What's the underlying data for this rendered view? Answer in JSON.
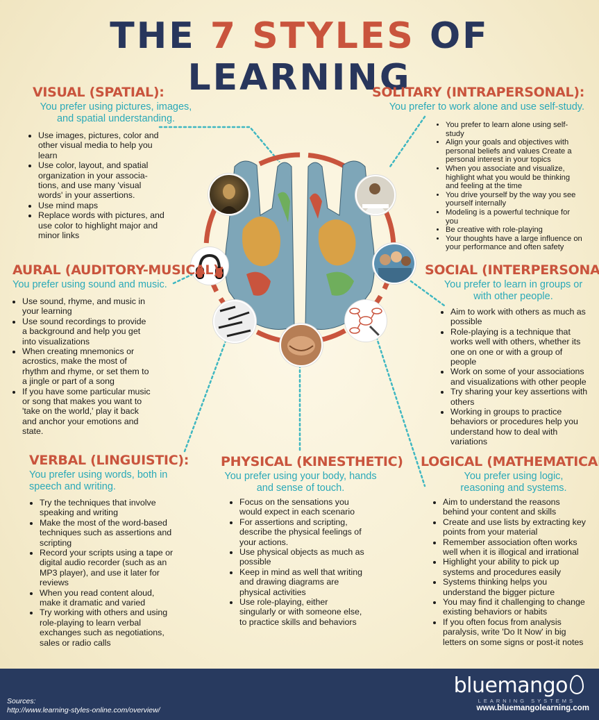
{
  "title": {
    "part1": "THE ",
    "accent": "7 STYLES",
    "part2": " OF LEARNING"
  },
  "visual": {
    "heading": "VISUAL (SPATIAL):",
    "subtitle": "You prefer using pictures, images, and spatial understanding.",
    "items": [
      "Use images, pictures, color and other visual media to help you learn",
      "Use color, layout, and spatial organization in your associa-tions, and use many 'visual words' in your assertions.",
      "Use mind maps",
      "Replace words with pictures, and use color to highlight major and minor links"
    ]
  },
  "solitary": {
    "heading": "SOLITARY (INTRAPERSONAL):",
    "subtitle": "You prefer to work alone and use self-study.",
    "items": [
      "You prefer to learn alone using self-study",
      "Align your goals and objectives with personal beliefs and values Create a personal interest in your topics",
      "When you associate and visualize, highlight what you would be thinking and feeling at the time",
      "You drive yourself by the way you see yourself internally",
      "Modeling is a powerful technique for you",
      "Be creative with role-playing",
      "Your thoughts have a large influence on your performance and often safety"
    ]
  },
  "aural": {
    "heading": "AURAL (AUDITORY-MUSICAL):",
    "subtitle": "You prefer using sound and music.",
    "items": [
      "Use sound, rhyme, and music in your learning",
      "Use sound recordings to provide a background and help you get into visualizations",
      "When creating mnemonics or acrostics, make the most of rhythm and rhyme, or set them to a jingle or part of a song",
      "If you have some particular music or song that makes you want to 'take on the world,' play it back and anchor your emotions and state."
    ]
  },
  "social": {
    "heading": "SOCIAL (INTERPERSONAL):",
    "subtitle": "You prefer to learn in groups or with other people.",
    "items": [
      "Aim to work with others as much as possible",
      "Role-playing is a technique that works well with others, whether its one on one or with a group of people",
      "Work on some of your associations and visualizations with other people",
      "Try sharing your key assertions with others",
      "Working in groups to practice behaviors or procedures help you understand how to deal with variations"
    ]
  },
  "verbal": {
    "heading": "VERBAL (LINGUISTIC):",
    "subtitle": "You prefer using words, both in speech and writing.",
    "items": [
      "Try the techniques that involve speaking and writing",
      "Make the most of the word-based techniques such as assertions and scripting",
      "Record your scripts using a tape or digital audio recorder (such as an MP3 player), and use it later for reviews",
      "When you read content aloud, make it dramatic and varied",
      "Try working with others and using role-playing to learn verbal exchanges such as negotiations, sales or radio calls"
    ]
  },
  "physical": {
    "heading": "PHYSICAL (KINESTHETIC)",
    "subtitle": "You prefer using your body, hands and sense of touch.",
    "items": [
      "Focus on the sensations you would expect in each scenario",
      "For assertions and scripting, describe the physical feelings of your actions.",
      "Use physical objects as much as possible",
      "Keep in mind as well that writing and drawing diagrams are physical activities",
      "Use role-playing, either singularly or with someone else, to practice skills and behaviors"
    ]
  },
  "logical": {
    "heading": "LOGICAL (MATHEMATICAL)",
    "subtitle": "You prefer using logic, reasoning and systems.",
    "items": [
      "Aim to understand the reasons behind your content and skills",
      "Create and use lists by extracting key points from your material",
      "Remember association often works well when it is illogical and irrational",
      "Highlight your ability to pick up systems and procedures easily",
      "Systems thinking helps you understand the bigger picture",
      "You may find it challenging to change existing behaviors or habits",
      "If you often focus from analysis paralysis, write 'Do It Now' in big letters on some signs or post-it notes"
    ]
  },
  "footer": {
    "sources_label": "Sources:",
    "sources_url": "http://www.learning-styles-online.com/overview/",
    "brand": "bluemango",
    "brand_tagline": "LEARNING SYSTEMS",
    "brand_url": "www.bluemangolearning.com"
  },
  "colors": {
    "navy": "#28365c",
    "accent": "#c9543d",
    "teal": "#2aa9b8",
    "footer": "#283a5f"
  }
}
